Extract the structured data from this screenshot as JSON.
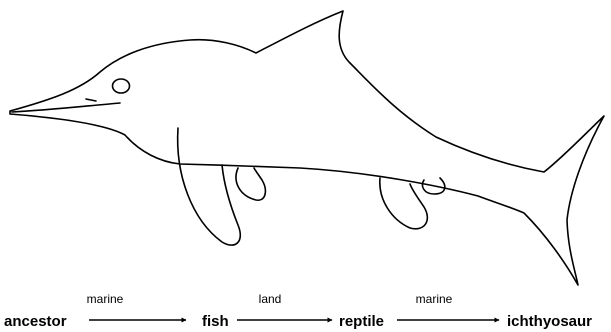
{
  "colors": {
    "background": "#ffffff",
    "ink": "#000000"
  },
  "illustration": {
    "icon": "ichthyosaur-outline-icon"
  },
  "sequence": {
    "stages": [
      "ancestor",
      "fish",
      "reptile",
      "ichthyosaur"
    ],
    "transitions": [
      "marine",
      "land",
      "marine"
    ]
  }
}
